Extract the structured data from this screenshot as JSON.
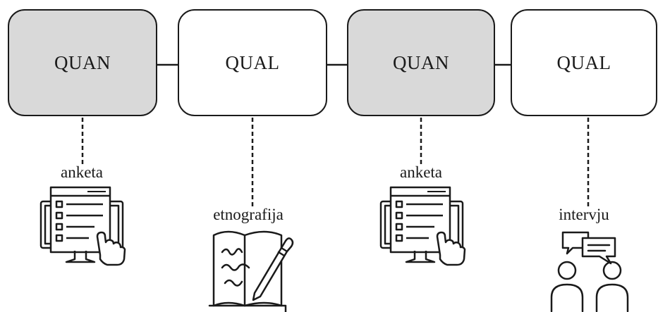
{
  "stages": [
    {
      "type": "QUAN",
      "method": "anketa",
      "icon": "computer-survey-icon"
    },
    {
      "type": "QUAL",
      "method": "etnografija",
      "icon": "notebook-pen-icon"
    },
    {
      "type": "QUAN",
      "method": "anketa",
      "icon": "computer-survey-icon"
    },
    {
      "type": "QUAL",
      "method": "intervju",
      "icon": "interview-people-icon"
    }
  ],
  "colors": {
    "quan_fill": "#d9d9d9",
    "qual_fill": "#ffffff",
    "stroke": "#1a1a1a"
  }
}
